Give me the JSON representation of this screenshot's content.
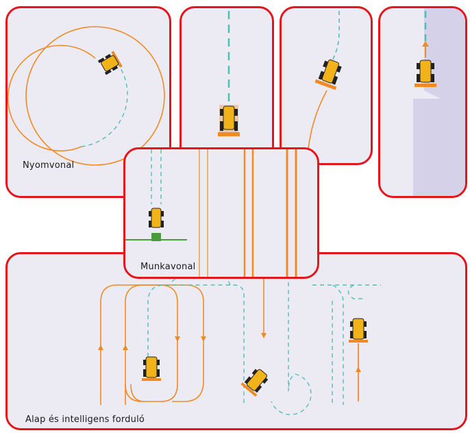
{
  "labels": {
    "track_line": "Nyomvonal",
    "work_line": "Munkavonal",
    "turns": "Alap és intelligens forduló"
  },
  "colors": {
    "panel_border": "#e4161c",
    "panel_fill": "#ecebf3",
    "guidance_line": "#f08a24",
    "planned_path": "#4fbfb3",
    "field_area": "#d5d1e8",
    "implement": "#4a9a3e",
    "tractor_body": "#f2b21a"
  },
  "icons": [
    "tractor-icon",
    "direction-arrow-icon"
  ]
}
